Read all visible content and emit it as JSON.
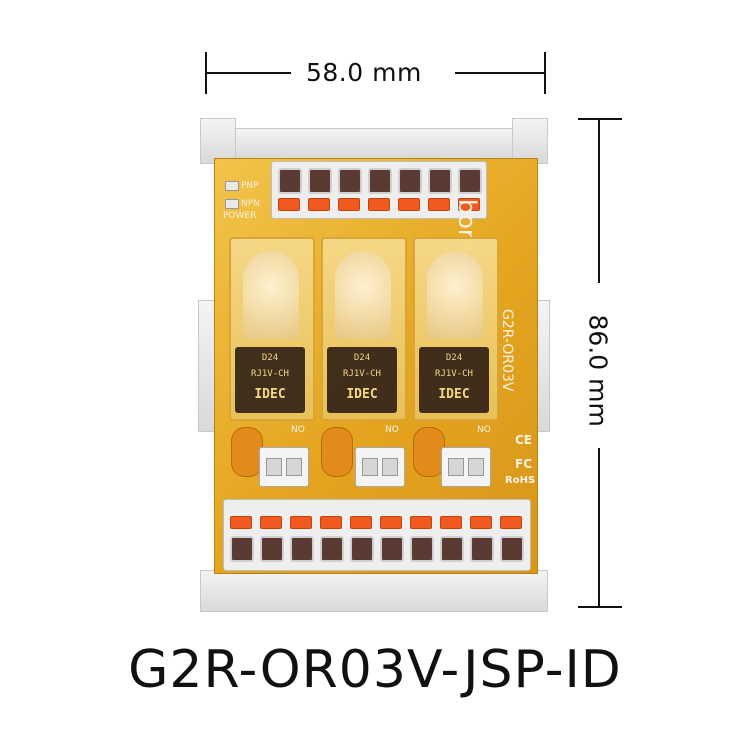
{
  "dimensions": {
    "width_label": "58.0 mm",
    "height_label": "86.0 mm"
  },
  "model_name": "G2R-OR03V-JSP-ID",
  "board": {
    "brand": "bore",
    "model_silk": "G2R-OR03V",
    "indicators": [
      "PNP",
      "NPN",
      "POWER"
    ],
    "relay_brand": "IDEC",
    "relay_code": "RJ1V-CH",
    "relay_voltage": "D24",
    "no_label": "NO",
    "cert_ce": "CE",
    "cert_fc": "FC",
    "cert_rohs": "RoHS"
  },
  "colors": {
    "pcb": "#e4a51f",
    "lever": "#f05a1e",
    "terminal": "#5b3a33"
  }
}
